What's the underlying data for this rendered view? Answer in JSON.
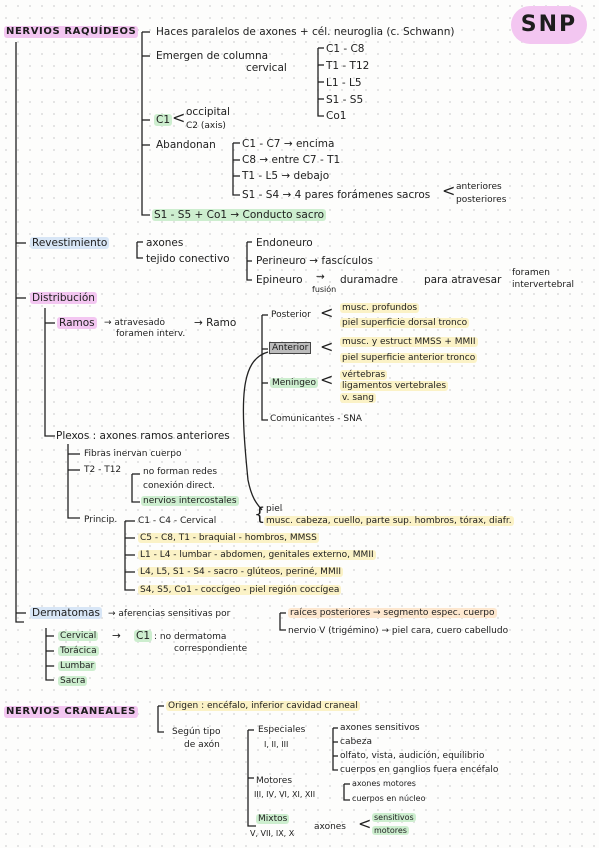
{
  "snp": "SNP",
  "nr": {
    "title": "NERVIOS RAQUÍDEOS",
    "haces": "Haces paralelos de axones + cél. neuroglia (c. Schwann)",
    "emergen": "Emergen de columna",
    "cervical": "cervical",
    "segs": [
      "C1 - C8",
      "T1 - T12",
      "L1 - L5",
      "S1 - S5",
      "Co1"
    ],
    "c1": "C1",
    "occipital": "occipital",
    "c2": "C2 (axis)",
    "abandonan": "Abandonan",
    "ab1": "C1 - C7 → encima",
    "ab2": "C8 → entre C7 - T1",
    "ab3": "T1 - L5 → debajo",
    "ab4": "S1 - S4 → 4 pares forámenes sacros",
    "anteriores": "anteriores",
    "posteriores": "posteriores",
    "conducto": "S1 - S5 + Co1 → Conducto sacro"
  },
  "rev": {
    "title": "Revestimiento",
    "axones": "axones",
    "tejido": "tejido conectivo",
    "endo": "Endoneuro",
    "peri": "Perineuro → fascículos",
    "epi": "Epineuro",
    "fusion": "fusión",
    "dura": "duramadre",
    "para": "para atravesar",
    "foramen1": "foramen",
    "foramen2": "intervertebral"
  },
  "dist": {
    "title": "Distribución",
    "ramos": "Ramos",
    "atrav1": "→ atravesado",
    "atrav2": "foramen interv.",
    "ramo": "→ Ramo",
    "posterior": "Posterior",
    "post1": "musc. profundos",
    "post2": "piel superficie dorsal tronco",
    "anterior": "Anterior",
    "ant1": "musc. y estruct MMSS + MMII",
    "ant2": "piel superficie anterior tronco",
    "meningeo": "Meningeo",
    "men1": "vértebras",
    "men2": "ligamentos vertebrales",
    "men3": "v. sang",
    "comunicantes": "Comunicantes - SNA",
    "plexos": "Plexos : axones ramos anteriores",
    "fibras": "Fibras inervan cuerpo",
    "t2": "T2 - T12",
    "nf1": "no forman redes",
    "nf2": "conexión direct.",
    "nf3": "nervios intercostales",
    "princip": "Princip.",
    "p1": "C1 - C4 - Cervical",
    "p1a": "piel",
    "p1b": "musc. cabeza, cuello, parte sup. hombros, tórax, diafr.",
    "p2": "C5 - C8, T1 - braquial - hombros, MMSS",
    "p3": "L1 - L4 - lumbar - abdomen, genitales externo, MMII",
    "p4": "L4, L5, S1 - S4 - sacro - glúteos, periné, MMII",
    "p5": "S4, S5, Co1 - coccígeo - piel región coccígea"
  },
  "derm": {
    "title": "Dermatomas",
    "aferencias": "→ aferencias sensitivas por",
    "raices": "raíces posteriores → segmento espec. cuerpo",
    "trigemino": "nervio V (trigémino) → piel cara, cuero cabelludo",
    "list": [
      "Cervical",
      "Torácica",
      "Lumbar",
      "Sacra"
    ],
    "c1": "C1",
    "noderm1": ": no dermatoma",
    "noderm2": "correspondiente"
  },
  "nc": {
    "title": "NERVIOS CRANEALES",
    "origen": "Origen : encéfalo, inferior cavidad craneal",
    "segun1": "Según tipo",
    "segun2": "de axón",
    "esp": "Especiales",
    "espn": "I, II, III",
    "esp1": "axones sensitivos",
    "esp2": "cabeza",
    "esp3": "olfato, vista, audición, equilibrio",
    "esp4": "cuerpos en ganglios fuera encéfalo",
    "mot": "Motores",
    "motn": "III, IV, VI, XI, XII",
    "mot1": "axones motores",
    "mot2": "cuerpos en núcleo",
    "mix": "Mixtos",
    "mixn": "V, VII, IX, X",
    "axones": "axones",
    "mix1": "sensitivos",
    "mix2": "motores"
  }
}
